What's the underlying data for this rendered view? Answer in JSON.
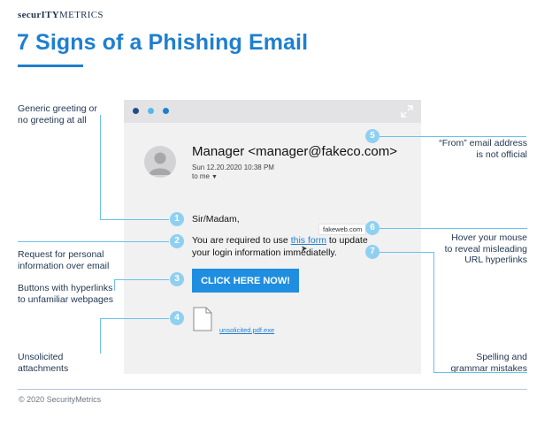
{
  "header": {
    "brand_part1": "securITY",
    "brand_part2": "METRICS",
    "title": "7 Signs of a Phishing Email"
  },
  "email": {
    "sender": "Manager <manager@fakeco.com>",
    "date": "Sun 12.20.2020 10:38 PM",
    "to": "to me",
    "greeting": "Sir/Madam,",
    "body_before_link": "You are required to use ",
    "link_text": "this form",
    "body_after_link": " to update",
    "body_line2": "your login information immediatelly.",
    "tooltip": "fakeweb.com",
    "button_label": "CLICK HERE NOW!",
    "attachment_name": "unsolicited.pdf.exe"
  },
  "callouts": {
    "greeting": [
      "Generic greeting or",
      "no greeting at all"
    ],
    "request": [
      "Request for personal",
      "information over email"
    ],
    "buttons": [
      "Buttons with hyperlinks",
      "to unfamiliar webpages"
    ],
    "attachments": [
      "Unsolicited",
      "attachments"
    ],
    "from": [
      "“From” email address",
      "is not official"
    ],
    "hover": [
      "Hover your mouse",
      "to reveal misleading",
      "URL hyperlinks"
    ],
    "spelling": [
      "Spelling and",
      "grammar mistakes"
    ]
  },
  "markers": [
    "1",
    "2",
    "3",
    "4",
    "5",
    "6",
    "7"
  ],
  "footer": "© 2020 SecurityMetrics",
  "colors": {
    "accent": "#1e7fd0",
    "marker": "#8fd0f1",
    "connector": "#6cc1ec",
    "button": "#1f8ee0"
  }
}
